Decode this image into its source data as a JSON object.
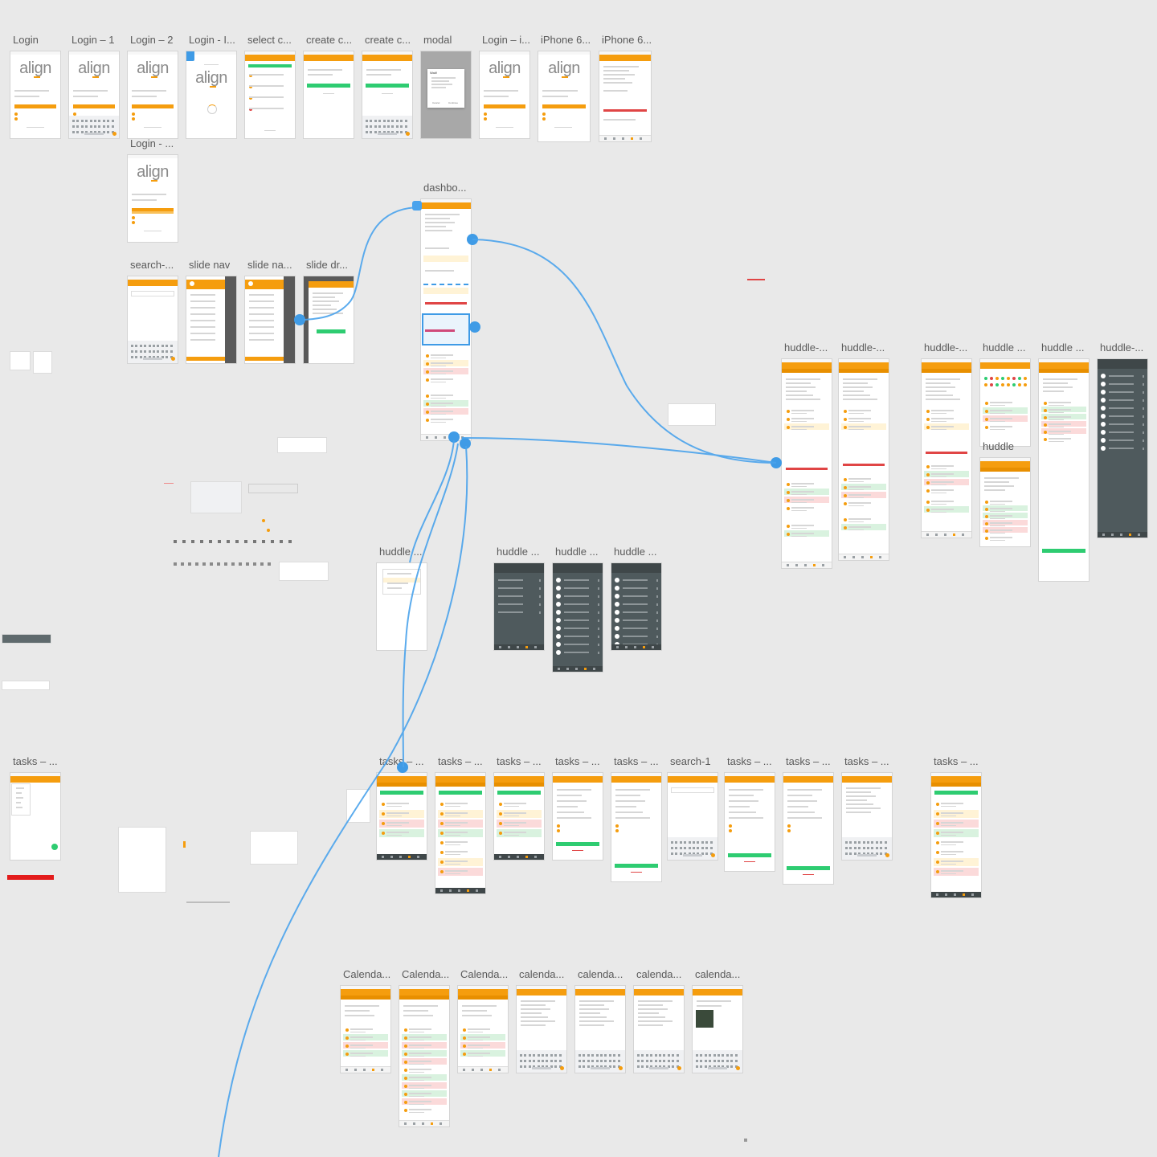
{
  "colors": {
    "canvas": "#e9e9e9",
    "brand_orange": "#f59d0e",
    "flow_blue": "#4aa3ec",
    "success_green": "#2ecc71",
    "dark_panel": "#4f5a5d",
    "danger_red": "#e31c1c"
  },
  "brand": {
    "logo_text": "align"
  },
  "modal": {
    "title": "Wait!",
    "cancel": "Cancel",
    "continue": "Continue"
  },
  "artboards": [
    {
      "label": "Login",
      "kind": "login"
    },
    {
      "label": "Login – 1",
      "kind": "login-kbd"
    },
    {
      "label": "Login – 2",
      "kind": "login"
    },
    {
      "label": "Login - I...",
      "kind": "welcome"
    },
    {
      "label": "select c...",
      "kind": "select"
    },
    {
      "label": "create c...",
      "kind": "create"
    },
    {
      "label": "create c...",
      "kind": "create-kbd"
    },
    {
      "label": "modal",
      "kind": "modal"
    },
    {
      "label": "Login – i...",
      "kind": "login"
    },
    {
      "label": "iPhone 6...",
      "kind": "login"
    },
    {
      "label": "iPhone 6...",
      "kind": "dash-small"
    },
    {
      "label": "Login - ...",
      "kind": "login-focus"
    },
    {
      "label": "search-...",
      "kind": "search"
    },
    {
      "label": "slide nav",
      "kind": "slidenav"
    },
    {
      "label": "slide na...",
      "kind": "slidenav"
    },
    {
      "label": "slide dr...",
      "kind": "drawer"
    },
    {
      "label": "dashbo...",
      "kind": "dashboard"
    },
    {
      "label": "huddle-...",
      "kind": "huddle-tall"
    },
    {
      "label": "huddle-...",
      "kind": "huddle-tall"
    },
    {
      "label": "huddle-...",
      "kind": "huddle-tall"
    },
    {
      "label": "huddle ...",
      "kind": "huddle-meters"
    },
    {
      "label": "huddle ...",
      "kind": "huddle-list"
    },
    {
      "label": "huddle-...",
      "kind": "dark-list"
    },
    {
      "label": "huddle",
      "kind": "huddle-list"
    },
    {
      "label": "huddle ...",
      "kind": "overlay-menu"
    },
    {
      "label": "huddle ...",
      "kind": "dark-short"
    },
    {
      "label": "huddle ...",
      "kind": "dark-list"
    },
    {
      "label": "huddle ...",
      "kind": "dark-list"
    },
    {
      "label": "tasks – ...",
      "kind": "tasks-menu"
    },
    {
      "label": "tasks – ...",
      "kind": "tasks"
    },
    {
      "label": "tasks – ...",
      "kind": "tasks"
    },
    {
      "label": "tasks – ...",
      "kind": "tasks"
    },
    {
      "label": "tasks – ...",
      "kind": "form"
    },
    {
      "label": "tasks – ...",
      "kind": "form"
    },
    {
      "label": "search-1",
      "kind": "search"
    },
    {
      "label": "tasks – ...",
      "kind": "form"
    },
    {
      "label": "tasks – ...",
      "kind": "form"
    },
    {
      "label": "tasks – ...",
      "kind": "kbd-text"
    },
    {
      "label": "tasks – ...",
      "kind": "tasks"
    },
    {
      "label": "Calenda...",
      "kind": "calendar"
    },
    {
      "label": "Calenda...",
      "kind": "calendar-tall"
    },
    {
      "label": "Calenda...",
      "kind": "calendar"
    },
    {
      "label": "calenda...",
      "kind": "kbd-text"
    },
    {
      "label": "calenda...",
      "kind": "kbd-text"
    },
    {
      "label": "calenda...",
      "kind": "kbd-text"
    },
    {
      "label": "calenda...",
      "kind": "photo"
    }
  ]
}
